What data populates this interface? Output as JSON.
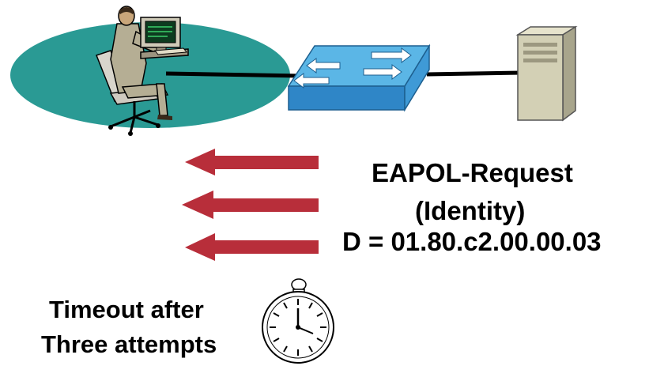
{
  "message": {
    "type": "EAPOL-Request",
    "detail": "(Identity)",
    "destination": "D = 01.80.c2.00.00.03"
  },
  "timeout": {
    "line1": "Timeout after",
    "line2": "Three attempts"
  },
  "arrows": {
    "count": 3,
    "direction": "left",
    "color": "#B82E3A"
  },
  "colors": {
    "lan_ellipse": "#2A9A94",
    "switch_top": "#5BB6E6",
    "switch_side": "#2F86C7",
    "server": "#D3D0B5",
    "cable": "#000000"
  },
  "icons": [
    "supplicant-workstation-icon",
    "switch-icon",
    "server-icon",
    "stopwatch-icon"
  ]
}
